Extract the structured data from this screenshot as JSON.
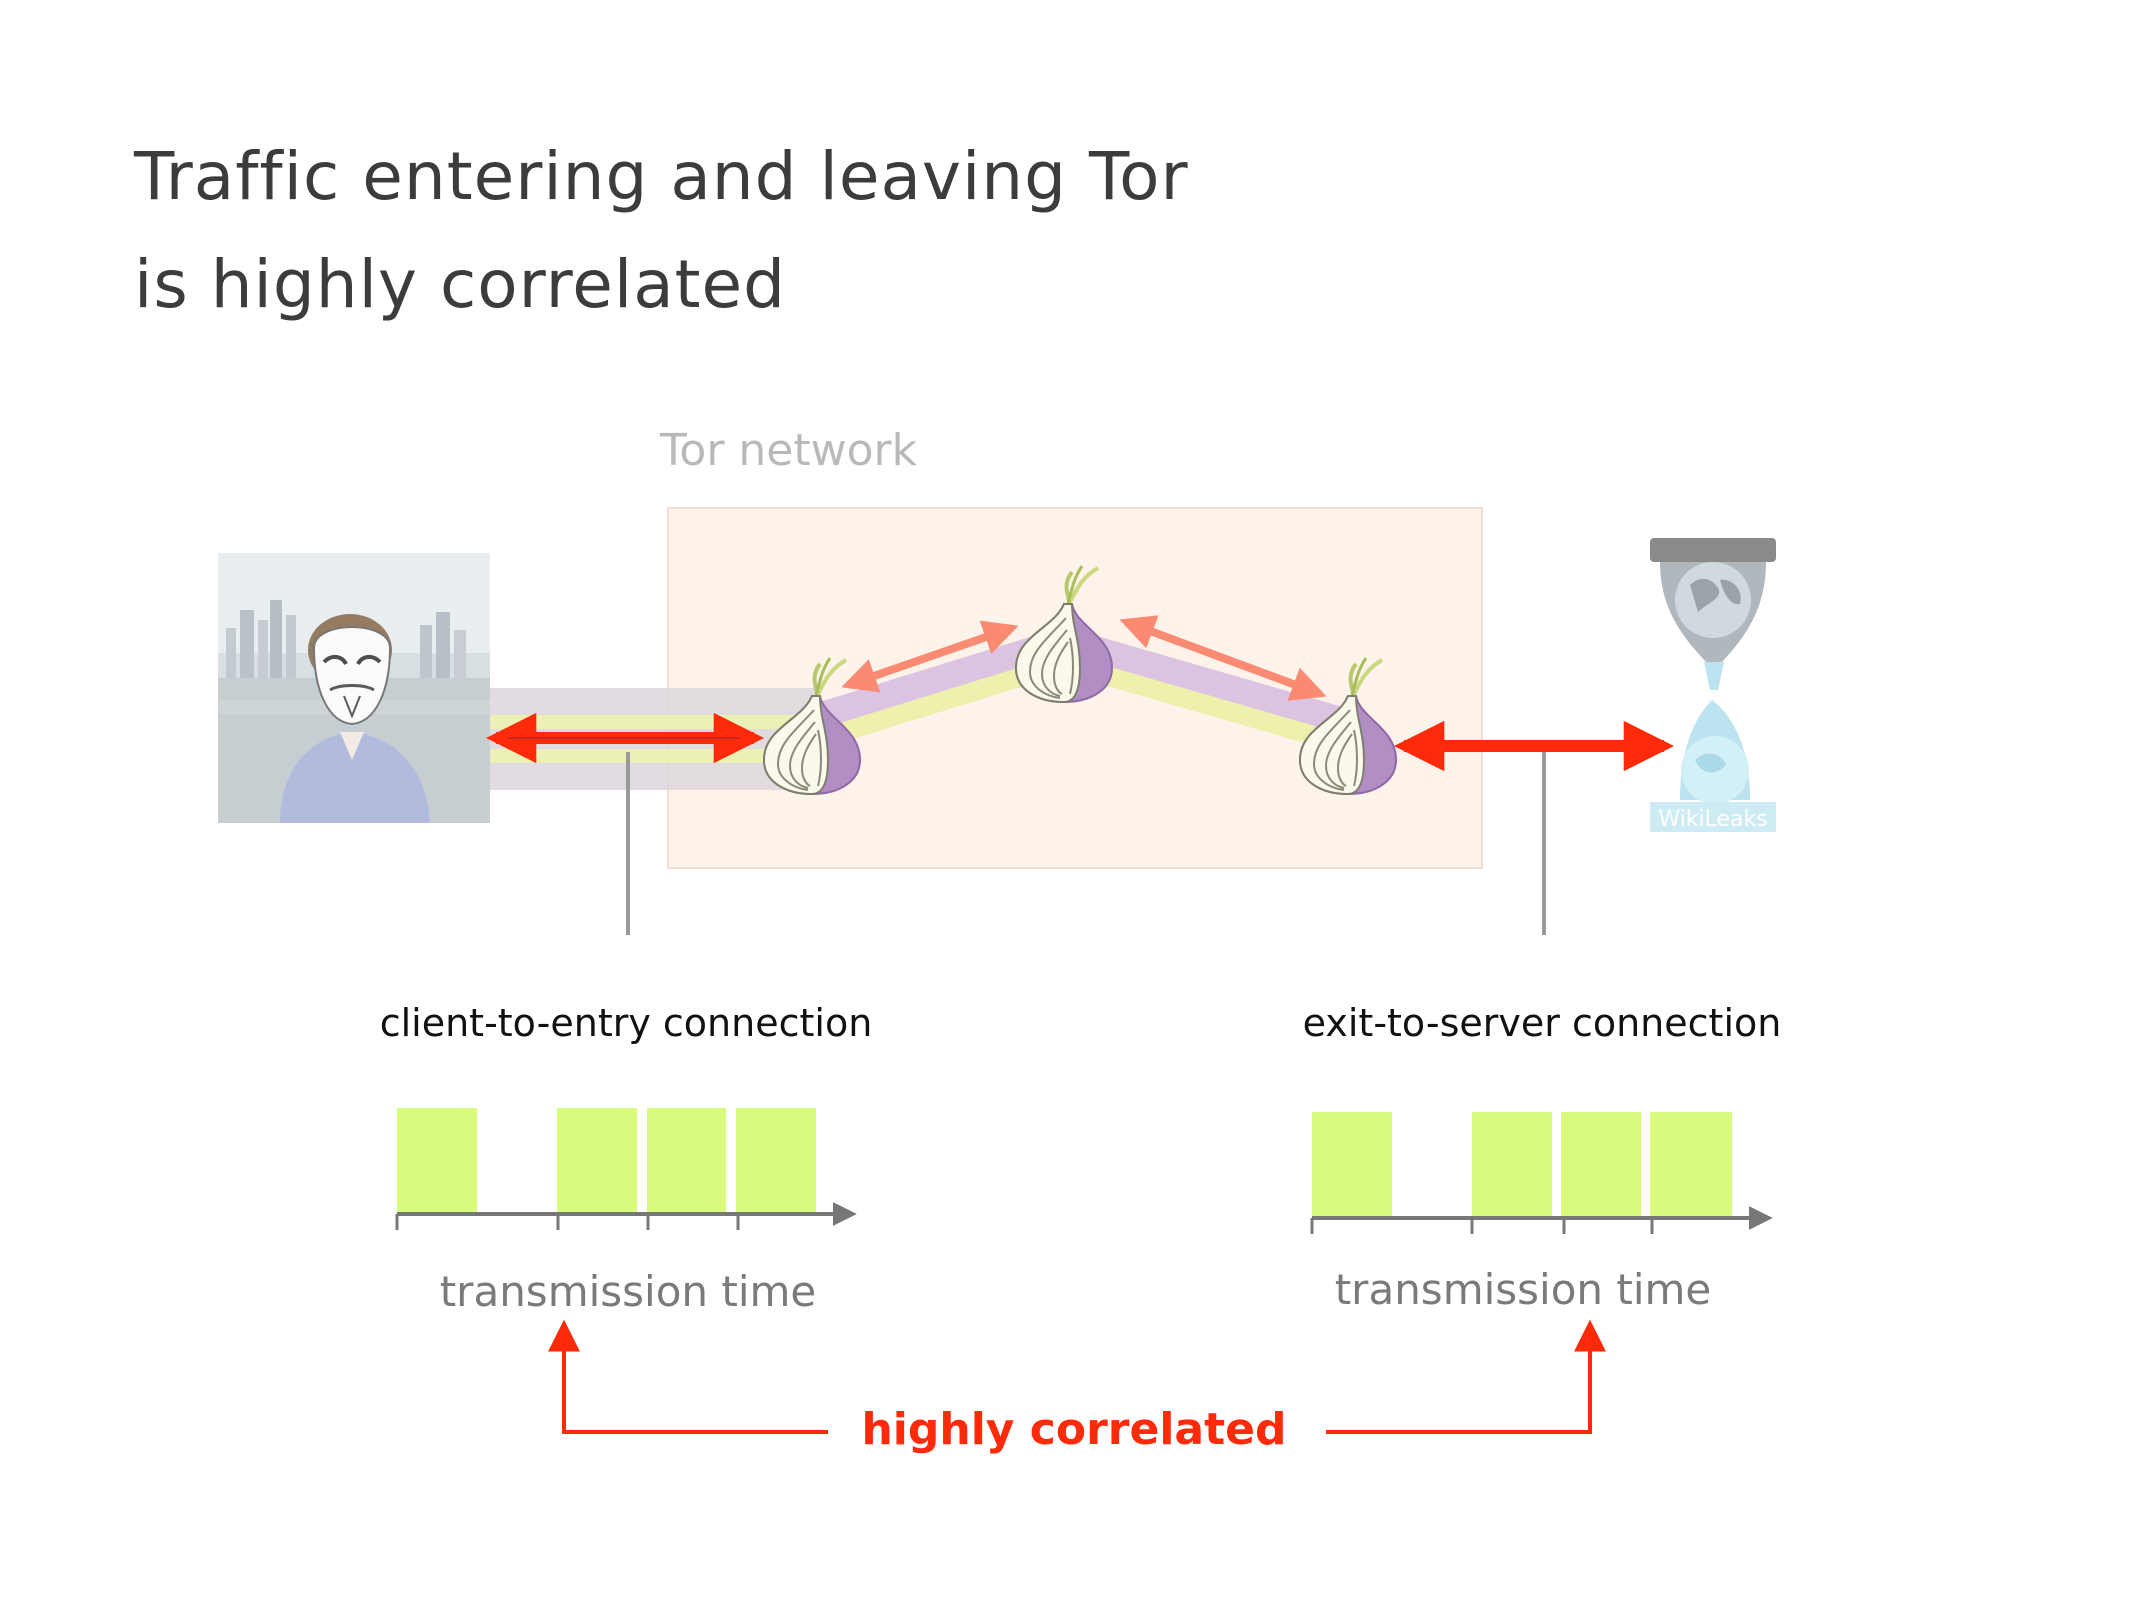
{
  "slide": {
    "title_line1": "Traffic entering and leaving Tor",
    "title_line2": "is highly correlated"
  },
  "network": {
    "label": "Tor network",
    "relays": [
      {
        "role": "entry",
        "icon": "tor-onion-icon"
      },
      {
        "role": "middle",
        "icon": "tor-onion-icon"
      },
      {
        "role": "exit",
        "icon": "tor-onion-icon"
      }
    ]
  },
  "endpoints": {
    "client": {
      "icon": "masked-user-photo"
    },
    "server": {
      "icon": "wikileaks-hourglass-logo",
      "logo_text": "WikiLeaks"
    }
  },
  "connections": {
    "left": {
      "label": "client-to-entry connection",
      "axis_label": "transmission time"
    },
    "right": {
      "label": "exit-to-server connection",
      "axis_label": "transmission time"
    }
  },
  "conclusion": {
    "label": "highly correlated"
  },
  "colors": {
    "accent_red": "#ff2a0a",
    "packet_green": "#d9fb7d",
    "network_bg": "#fdf3ea",
    "onion_purple": "#b18ec4",
    "axis_gray": "#777777"
  }
}
